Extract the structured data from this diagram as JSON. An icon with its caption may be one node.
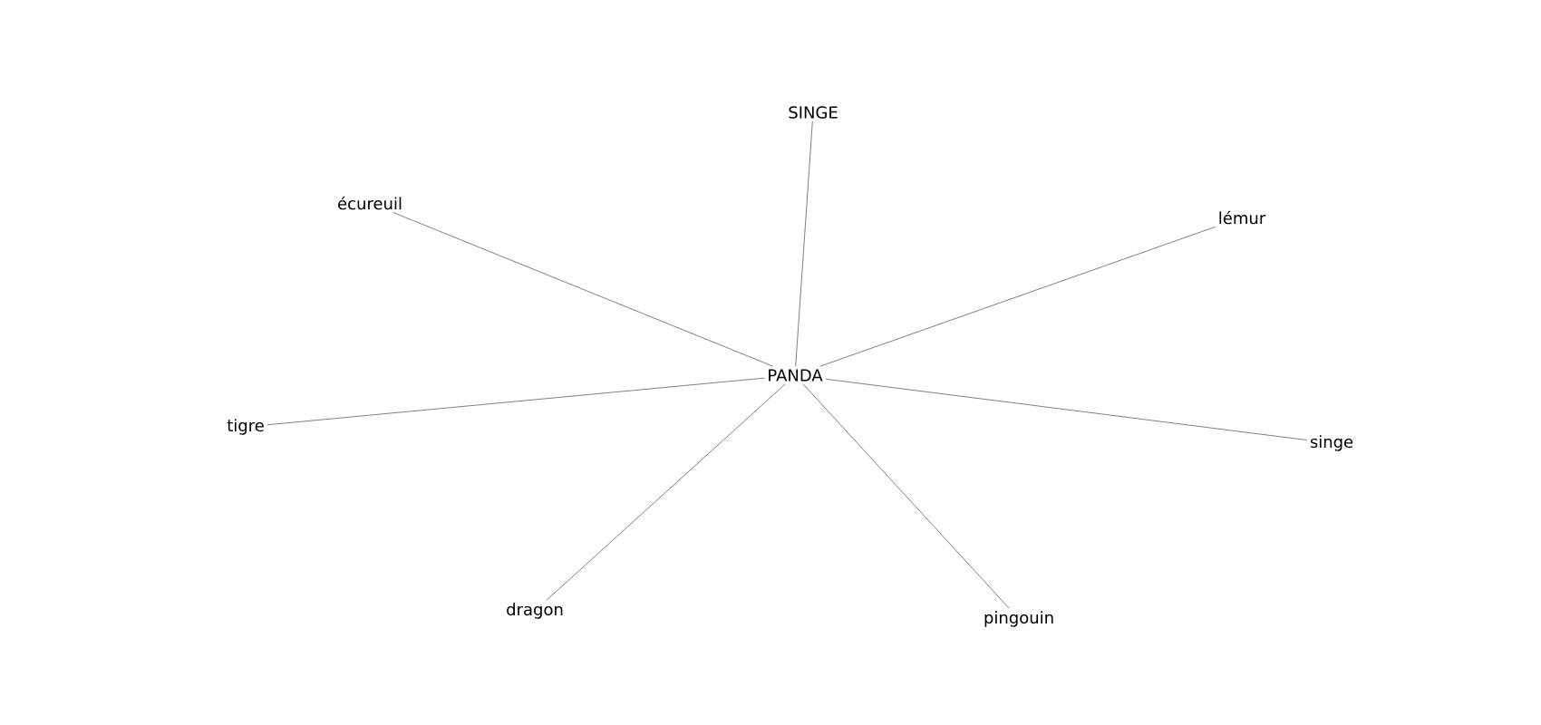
{
  "diagram": {
    "nodes": [
      {
        "text": [
          "SINGE"
        ]
      },
      {
        "text": [
          "écureuil"
        ]
      },
      {
        "text": [
          "lémur"
        ]
      },
      {
        "text": [
          "PANDA"
        ]
      },
      {
        "text": [
          "tigre"
        ]
      },
      {
        "text": [
          "singe"
        ]
      },
      {
        "text": [
          "dragon"
        ]
      },
      {
        "text": [
          "pingouin"
        ]
      }
    ],
    "edges": [
      {
        "from": 3,
        "to": 0,
        "arrow": "none"
      },
      {
        "from": 3,
        "to": 1,
        "arrow": "none"
      },
      {
        "from": 3,
        "to": 2,
        "arrow": "none"
      },
      {
        "from": 3,
        "to": 4,
        "arrow": "none"
      },
      {
        "from": 3,
        "to": 5,
        "arrow": "none"
      },
      {
        "from": 3,
        "to": 6,
        "arrow": "none"
      },
      {
        "from": 3,
        "to": 7,
        "arrow": "none"
      }
    ]
  }
}
